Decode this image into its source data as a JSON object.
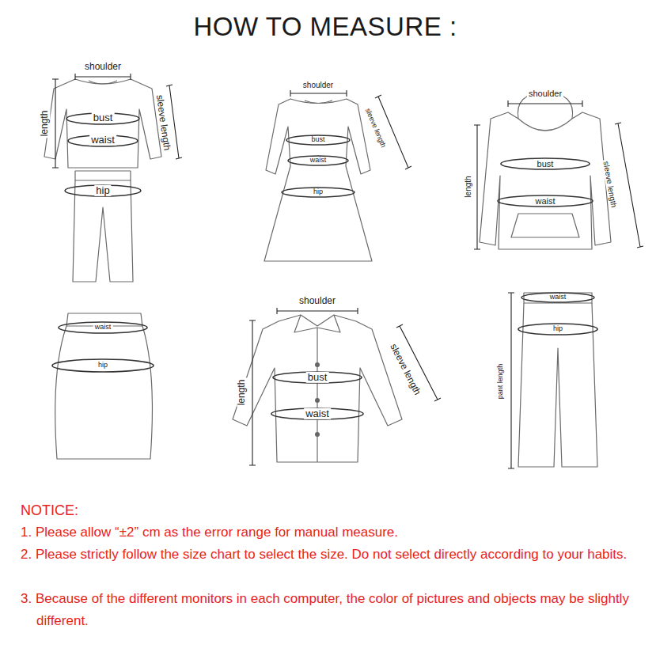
{
  "diagram": {
    "title": "HOW TO MEASURE :",
    "labels": [
      "shoulder",
      "length",
      "bust",
      "waist",
      "sleeve length",
      "hip",
      "shoulder",
      "sleeve length",
      "bust",
      "waist",
      "hip",
      "shoulder",
      "length",
      "bust",
      "waist",
      "sleeve length",
      "waist",
      "hip",
      "shoulder",
      "length",
      "bust",
      "waist",
      "sleeve length",
      "waist",
      "hip",
      "pant length",
      "NOTICE:",
      "1. Please allow “±2” cm as the error range for manual measure.",
      "2. Please strictly follow the size chart  to select the size. Do not select directly according to your habits.",
      "3. Because of the different monitors in each computer, the color of pictures and objects may be slightly different."
    ]
  }
}
